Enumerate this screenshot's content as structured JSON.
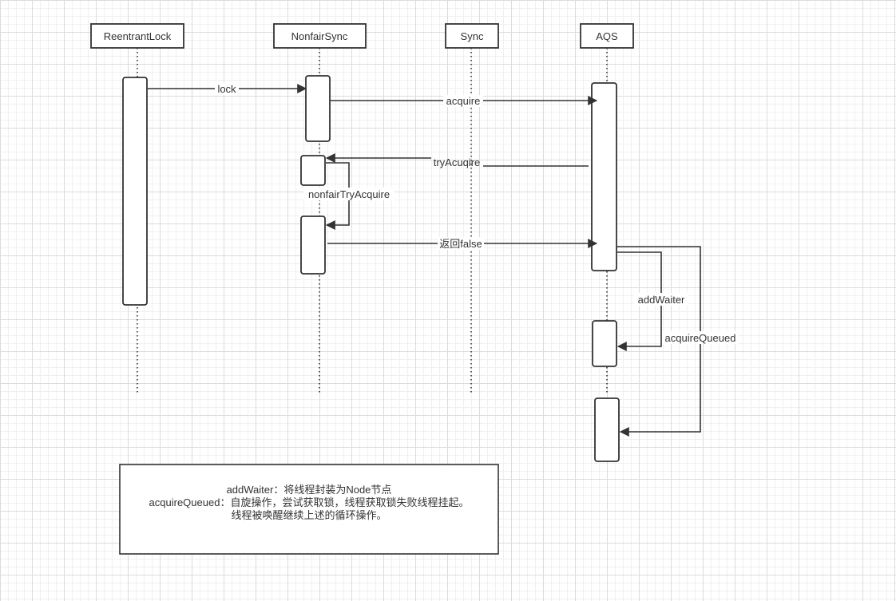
{
  "participants": [
    {
      "id": "p1",
      "label": "ReentrantLock"
    },
    {
      "id": "p2",
      "label": "NonfairSync"
    },
    {
      "id": "p3",
      "label": "Sync"
    },
    {
      "id": "p4",
      "label": "AQS"
    }
  ],
  "messages": [
    {
      "id": "m1",
      "label": "lock"
    },
    {
      "id": "m2",
      "label": "acquire"
    },
    {
      "id": "m3",
      "label": "tryAcuqire"
    },
    {
      "id": "m4",
      "label": "nonfairTryAcquire"
    },
    {
      "id": "m5",
      "label": "返回false"
    },
    {
      "id": "m6",
      "label": "addWaiter"
    },
    {
      "id": "m7",
      "label": "acquireQueued"
    }
  ],
  "note": {
    "lines": [
      "addWaiter：将线程封装为Node节点",
      "acquireQueued：自旋操作，尝试获取锁，线程获取锁失败线程挂起。",
      "线程被唤醒继续上述的循环操作。"
    ]
  },
  "colors": {
    "stroke": "#333333",
    "grid": "#dcdcdc",
    "background": "#ffffff"
  }
}
